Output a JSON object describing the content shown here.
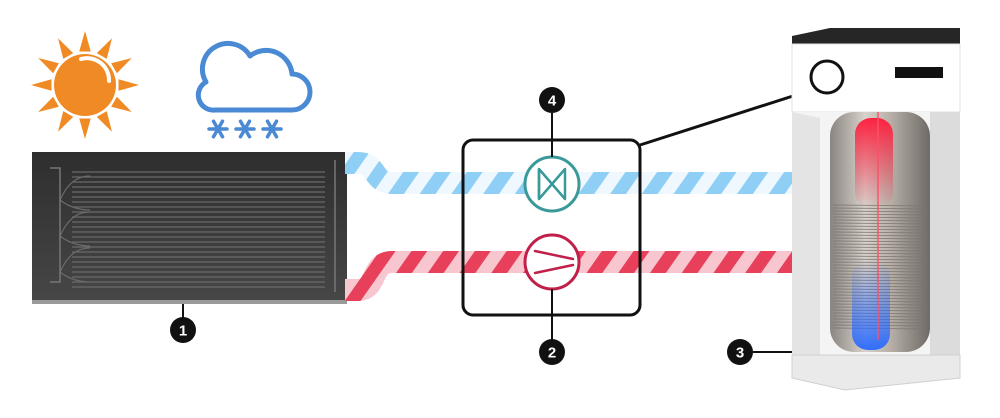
{
  "colors": {
    "cold_pipe": "#5ab0ea",
    "hot_pipe": "#e8405a",
    "panel": "#3a3a3a",
    "sun": "#f08a24",
    "cloud": "#4a8ad4",
    "expansion_valve": "#3a9a9a",
    "compressor": "#c0204a",
    "callout": "#111111"
  },
  "icons": [
    "sun-icon",
    "snow-cloud-icon",
    "expansion-valve-icon",
    "compressor-icon"
  ],
  "callouts": {
    "panel": "1",
    "compressor": "2",
    "tank": "3",
    "valve": "4"
  }
}
